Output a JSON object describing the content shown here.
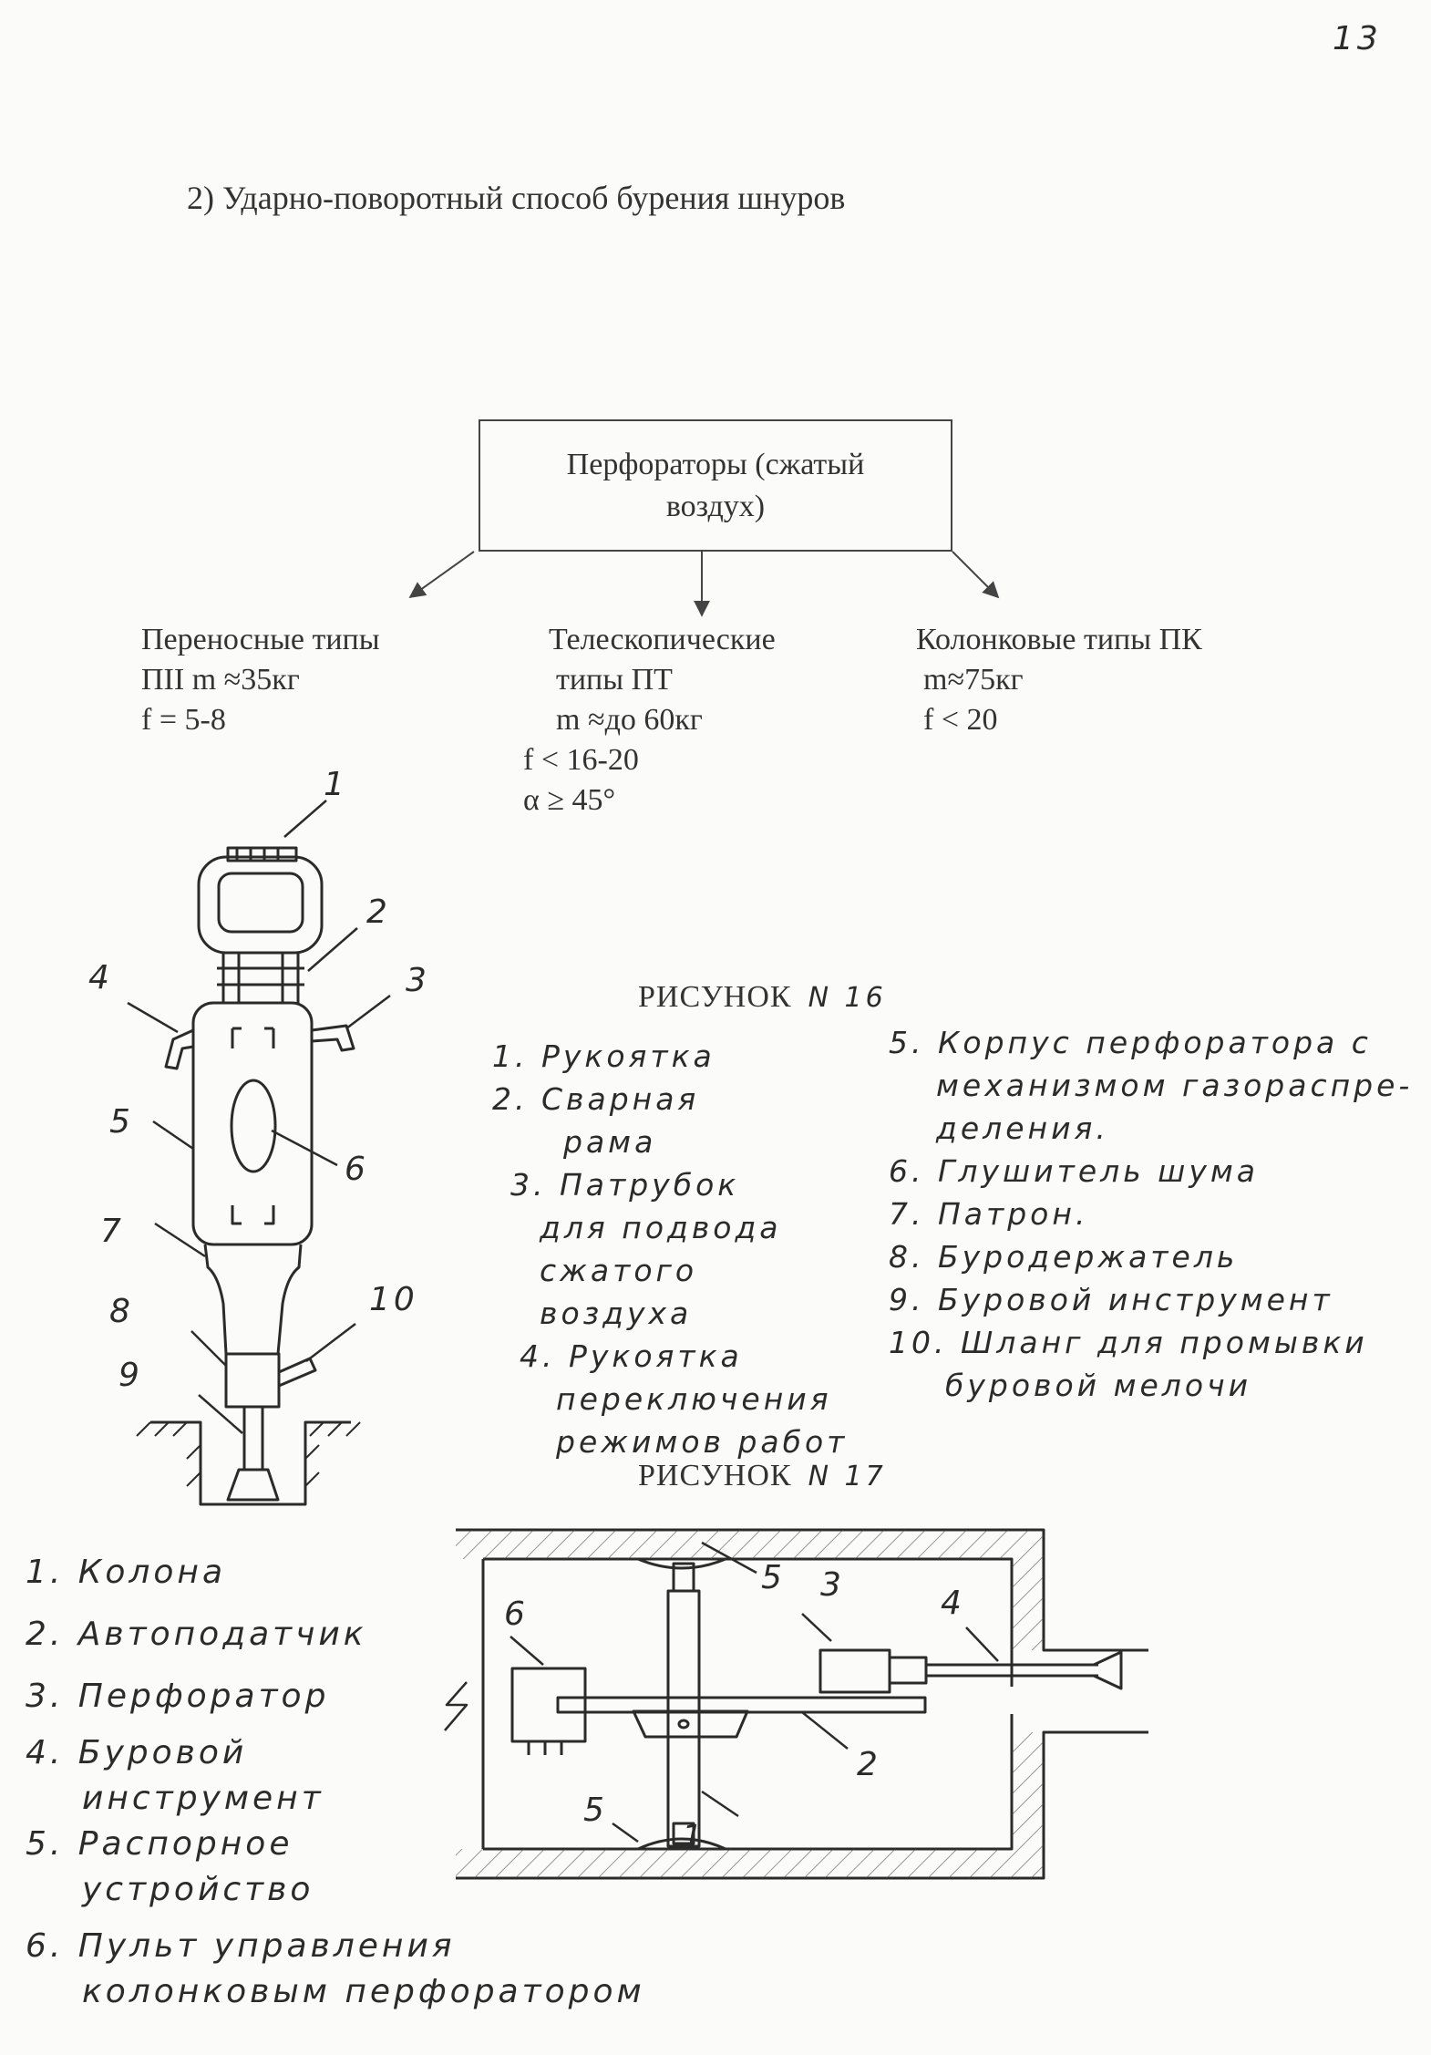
{
  "page_number": "13",
  "subtitle": "2)  Ударно-поворотный способ бурения шнуров",
  "classification": {
    "root": [
      "Перфораторы (сжатый",
      "воздух)"
    ],
    "branches": [
      {
        "lines": [
          "Переносные типы",
          "ПІІ m ≈35кг",
          "f = 5-8"
        ]
      },
      {
        "lines": [
          "Телескопические",
          "типы ПТ",
          "m ≈до 60кг",
          "f < 16-20",
          "α ≥ 45°"
        ]
      },
      {
        "lines": [
          "Колонковые типы ПК",
          "m≈75кг",
          "f < 20"
        ]
      }
    ]
  },
  "figure16": {
    "title": "РИСУНОК",
    "number": "N 16",
    "callouts": [
      "1",
      "2",
      "3",
      "4",
      "5",
      "6",
      "7",
      "8",
      "9",
      "10"
    ],
    "legend_col1": [
      "1. Рукоятка",
      "2. Сварная",
      "рама",
      "3. Патрубок",
      "для подвода",
      "сжатого",
      "воздуха",
      "4. Рукоятка",
      "переключения",
      "режимов работ"
    ],
    "legend_col2": [
      "5. Корпус перфоратора с",
      "механизмом газораспре-",
      "деления.",
      "6. Глушитель шума",
      "7. Патрон.",
      "8. Буродержатель",
      "9. Буровой инструмент",
      "10. Шланг для промывки",
      "буровой мелочи"
    ]
  },
  "figure17": {
    "title": "РИСУНОК",
    "number": "N 17",
    "callouts": [
      "1",
      "2",
      "3",
      "4",
      "5",
      "5",
      "6"
    ],
    "legend": [
      "1. Колона",
      "2. Автоподатчик",
      "3. Перфоратор",
      "4. Буровой",
      "инструмент",
      "5. Распорное",
      "устройство",
      "6. Пульт управления",
      "колонковым перфоратором"
    ]
  }
}
